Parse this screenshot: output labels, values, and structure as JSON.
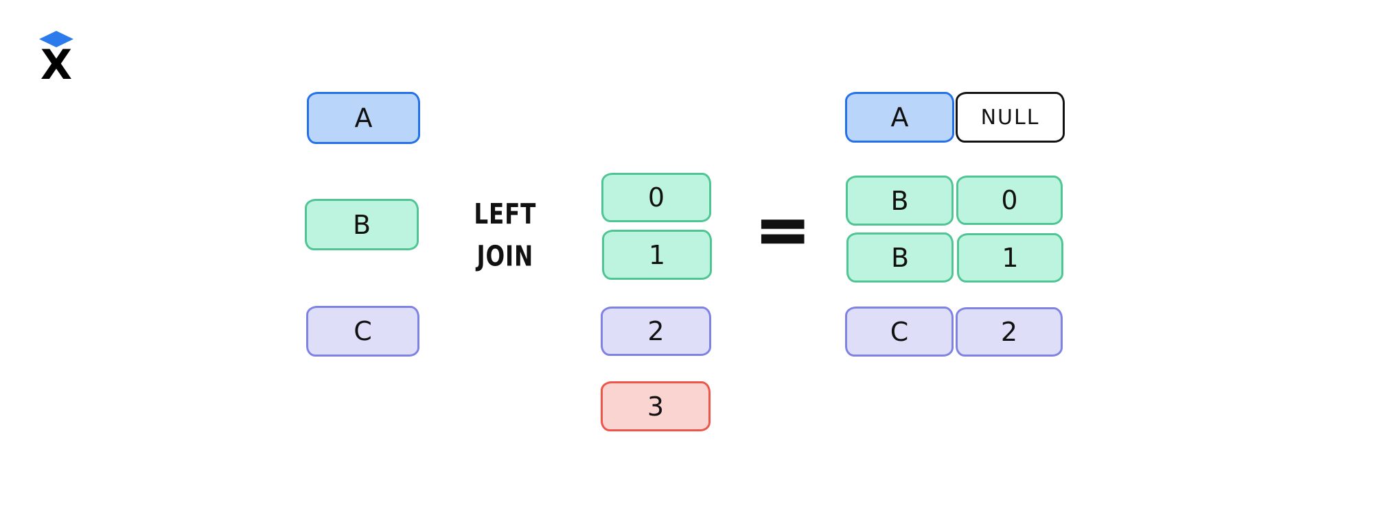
{
  "page": {
    "background": "#ffffff",
    "description_text": ""
  },
  "logo": {
    "letter": "X",
    "diamond_color": "#2B7BEC",
    "letter_color": "#000000"
  },
  "palette": {
    "blue": {
      "fill": "#BAD5FA",
      "border": "#2370E8"
    },
    "green": {
      "fill": "#BDF4E0",
      "border": "#4EC593"
    },
    "purple": {
      "fill": "#DEDEF8",
      "border": "#7E83E3"
    },
    "red": {
      "fill": "#FAD4D0",
      "border": "#EF5448"
    },
    "white": {
      "fill": "#FFFFFF",
      "border": "#111111"
    },
    "text": "#111111"
  },
  "operator": {
    "line1": "LEFT",
    "line2": "JOIN"
  },
  "equals_sign": "=",
  "left_table": {
    "rows": [
      {
        "label": "A",
        "color": "blue"
      },
      {
        "label": "B",
        "color": "green"
      },
      {
        "label": "C",
        "color": "purple"
      }
    ]
  },
  "right_table": {
    "rows": [
      {
        "label": "0",
        "color": "green"
      },
      {
        "label": "1",
        "color": "green"
      },
      {
        "label": "2",
        "color": "purple"
      },
      {
        "label": "3",
        "color": "red"
      }
    ]
  },
  "result_table": {
    "rows": [
      {
        "key": "A",
        "key_color": "blue",
        "value": "NULL",
        "value_color": "white"
      },
      {
        "key": "B",
        "key_color": "green",
        "value": "0",
        "value_color": "green"
      },
      {
        "key": "B",
        "key_color": "green",
        "value": "1",
        "value_color": "green"
      },
      {
        "key": "C",
        "key_color": "purple",
        "value": "2",
        "value_color": "purple"
      }
    ]
  }
}
